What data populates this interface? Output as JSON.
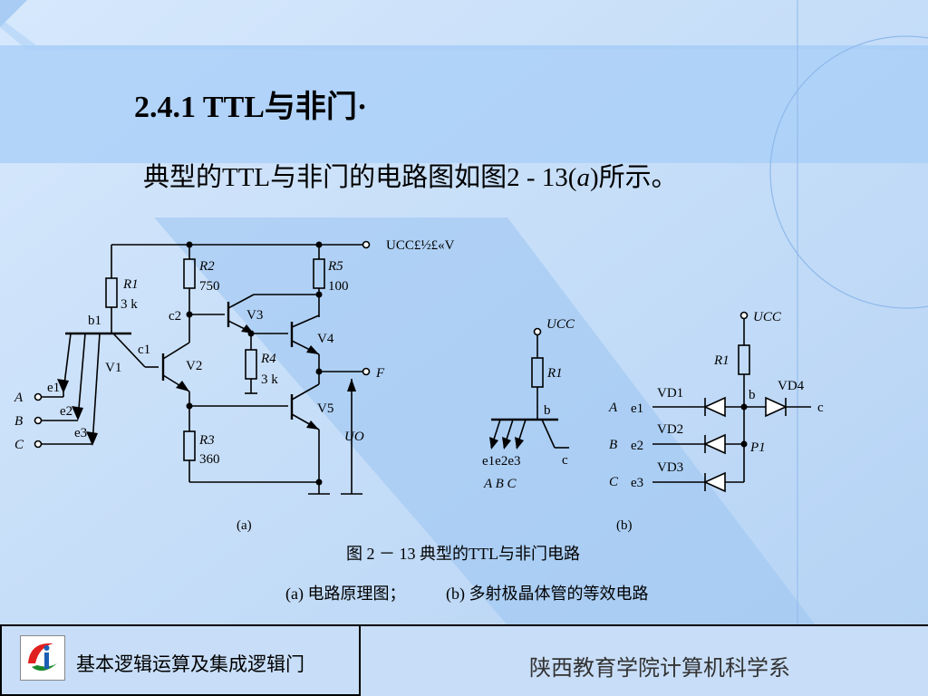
{
  "slide": {
    "title": "2.4.1  TTL与非门·",
    "subtitle_prefix": "典型的TTL与非门的电路图如图2 - 13(",
    "subtitle_italic": "a",
    "subtitle_suffix": ")所示。"
  },
  "figure": {
    "caption": "图 2 － 13  典型的TTL与非门电路",
    "subcaption_a": "(a) 电路原理图；",
    "subcaption_b": "(b) 多射极晶体管的等效电路",
    "label_a": "(a)",
    "label_b": "(b)"
  },
  "circuit_a": {
    "supply": "UCC£½£«V",
    "resistors": [
      {
        "name": "R1",
        "value": "3 k"
      },
      {
        "name": "R2",
        "value": "750"
      },
      {
        "name": "R3",
        "value": "360"
      },
      {
        "name": "R4",
        "value": "3 k"
      },
      {
        "name": "R5",
        "value": "100"
      }
    ],
    "transistors": [
      "V1",
      "V2",
      "V3",
      "V4",
      "V5"
    ],
    "nodes": [
      "b1",
      "c1",
      "c2"
    ],
    "emitters": [
      "e1",
      "e2",
      "e3"
    ],
    "inputs": [
      "A",
      "B",
      "C"
    ],
    "output": "F",
    "output_voltage": "UO"
  },
  "circuit_b": {
    "supply": "UCC",
    "resistor": "R1",
    "base": "b",
    "collector": "c",
    "emitters": "e1e2e3",
    "inputs": "A B C"
  },
  "circuit_c": {
    "supply": "UCC",
    "resistor": "R1",
    "base": "b",
    "collector": "c",
    "node": "P1",
    "diodes": [
      "VD1",
      "VD2",
      "VD3",
      "VD4"
    ],
    "inputs": [
      "A",
      "B",
      "C"
    ],
    "emitters": [
      "e1",
      "e2",
      "e3"
    ]
  },
  "footer": {
    "course": "基本逻辑运算及集成逻辑门",
    "school": "陕西教育学院计算机科学系"
  }
}
